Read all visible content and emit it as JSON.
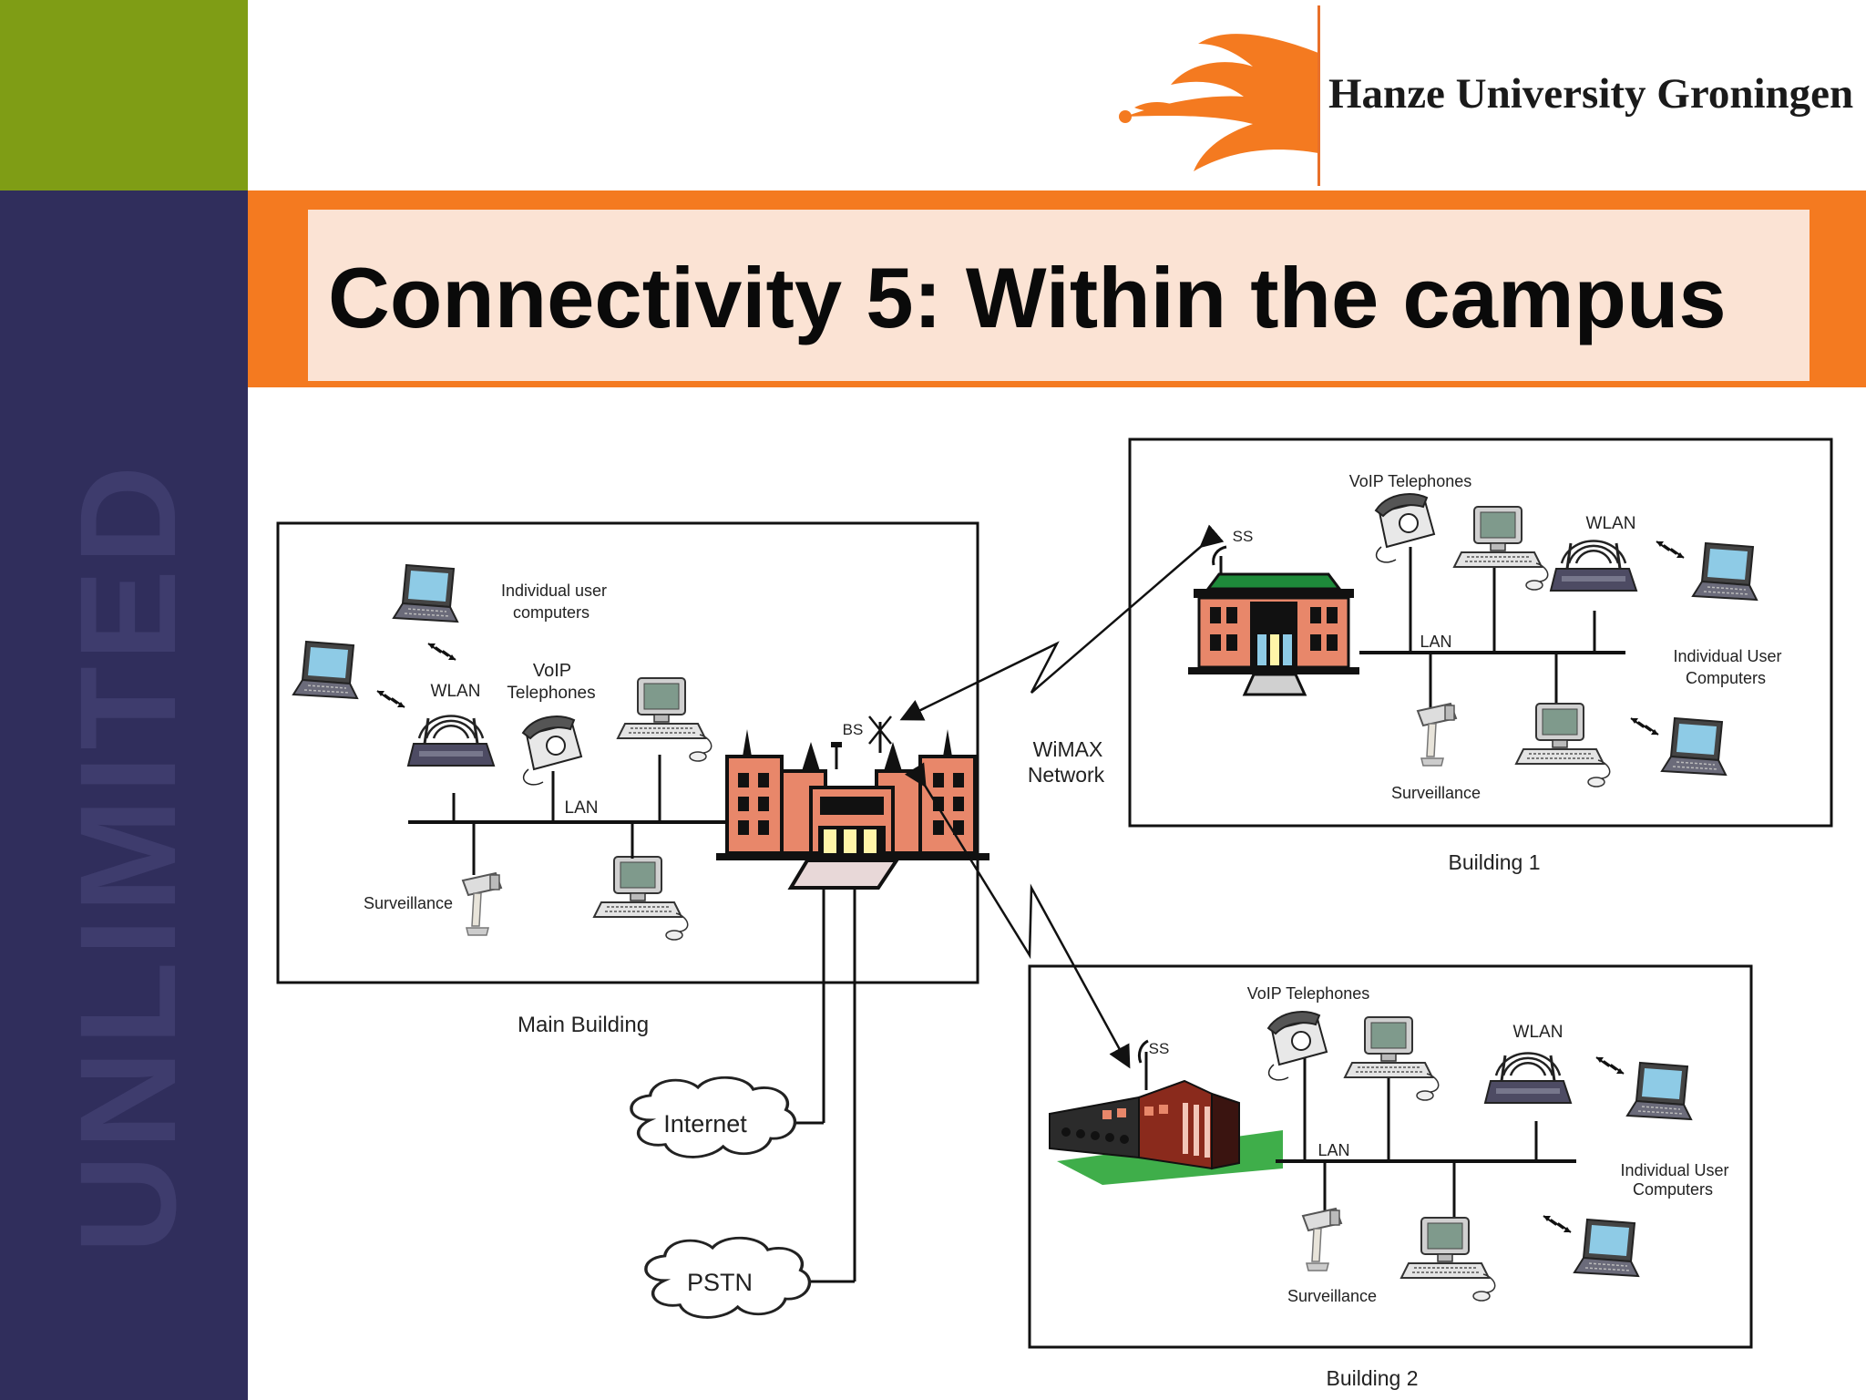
{
  "slide": {
    "title": "Connectivity 5: Within the campus",
    "side_text": "UNLIMITED",
    "logo_text": "Hanze University Groningen"
  },
  "colors": {
    "green": "#7f9d15",
    "navy": "#302e5c",
    "orange": "#f47a20",
    "title_bg": "#fbe3d4",
    "building_fill": "#e8876a"
  },
  "diagram": {
    "main": {
      "caption": "Main Building",
      "individual_user": "Individual user",
      "computers": "computers",
      "wlan": "WLAN",
      "voip_1": "VoIP",
      "voip_2": "Telephones",
      "lan": "LAN",
      "surveillance": "Surveillance",
      "bs": "BS"
    },
    "wimax_1": "WiMAX",
    "wimax_2": "Network",
    "internet": "Internet",
    "pstn": "PSTN",
    "b1": {
      "caption": "Building 1",
      "voip": "VoIP Telephones",
      "ss": "SS",
      "wlan": "WLAN",
      "lan": "LAN",
      "individual_1": "Individual User",
      "individual_2": "Computers",
      "surveillance": "Surveillance"
    },
    "b2": {
      "caption": "Building 2",
      "voip": "VoIP Telephones",
      "ss": "SS",
      "wlan": "WLAN",
      "lan": "LAN",
      "individual_1": "Individual User",
      "individual_2": "Computers",
      "surveillance": "Surveillance"
    }
  }
}
